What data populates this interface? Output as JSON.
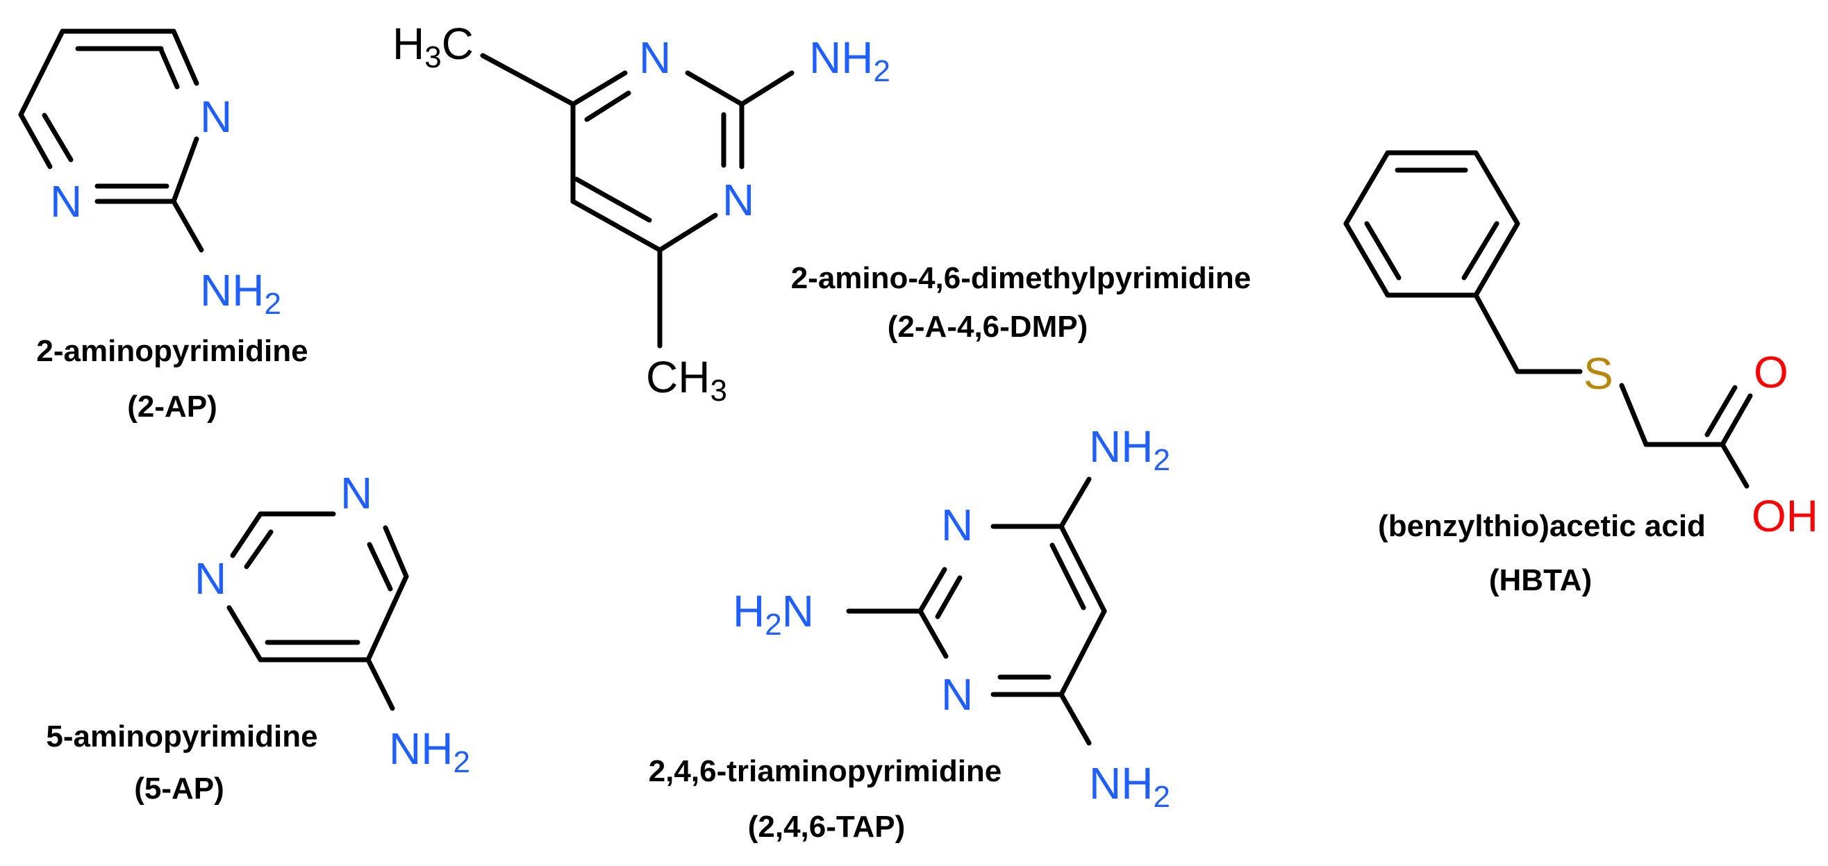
{
  "colors": {
    "nitrogen": "#1f5fff",
    "sulfur": "#b8860b",
    "oxygen": "#ff0000",
    "carbon_label": "#000000",
    "bond": "#000000"
  },
  "atoms": {
    "N": "N",
    "NH": "NH",
    "H": "H",
    "two": "2",
    "three": "3",
    "C": "C",
    "S": "S",
    "O": "O",
    "OH": "OH"
  },
  "molecules": {
    "ap2": {
      "name": "2-aminopyrimidine",
      "abbr": "(2-AP)"
    },
    "admp": {
      "name": "2-amino-4,6-dimethylpyrimidine",
      "abbr": "(2-A-4,6-DMP)"
    },
    "hbta": {
      "name": "(benzylthio)acetic acid",
      "abbr": "(HBTA)"
    },
    "ap5": {
      "name": "5-aminopyrimidine",
      "abbr": "(5-AP)"
    },
    "tap": {
      "name": "2,4,6-triaminopyrimidine",
      "abbr": "(2,4,6-TAP)"
    }
  }
}
